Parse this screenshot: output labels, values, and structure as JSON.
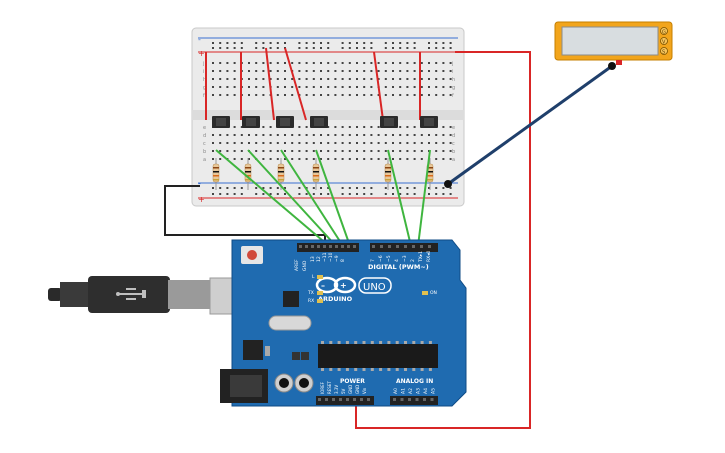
{
  "arduino": {
    "brand": "ARDUINO",
    "model": "UNO",
    "digital_label": "DIGITAL (PWM~)",
    "aref": "AREF",
    "gnd": "GND",
    "digital_pins": [
      "13",
      "12",
      "~11",
      "~10",
      "~9",
      "8",
      "7",
      "~6",
      "~5",
      "4",
      "~3",
      "2",
      "TX▸1",
      "RX◂0"
    ],
    "power_label": "POWER",
    "power_pins": [
      "IOREF",
      "RESET",
      "3.3V",
      "5V",
      "GND",
      "GND",
      "Vin"
    ],
    "analog_label": "ANALOG IN",
    "analog_pins": [
      "A0",
      "A1",
      "A2",
      "A3",
      "A4",
      "A5"
    ],
    "led_labels": [
      "L",
      "TX",
      "RX"
    ],
    "on_label": "ON"
  },
  "breadboard": {
    "rail_plus": "+",
    "rail_minus": "-",
    "row_letters_top": [
      "j",
      "i",
      "h",
      "g",
      "f"
    ],
    "row_letters_bottom": [
      "e",
      "d",
      "c",
      "b",
      "a"
    ]
  },
  "lcd": {
    "pins": [
      "G",
      "V",
      "S"
    ],
    "background_color": "#d8dde0",
    "frame_color": "#f2a51c"
  },
  "colors": {
    "wire_red": "#d92626",
    "wire_green": "#3fb53f",
    "wire_black": "#222222",
    "wire_blue": "#1f3f6b",
    "board_blue": "#1f6bb0"
  },
  "icons": {
    "usb_cable": "usb-cable-icon",
    "power_jack": "power-jack-icon"
  }
}
